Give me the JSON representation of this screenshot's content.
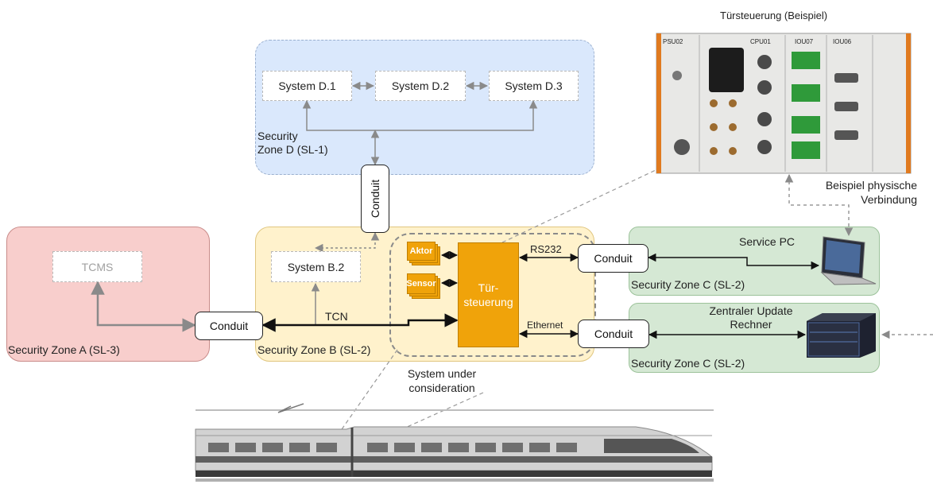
{
  "zones": {
    "d": "Security\nZone D (SL-1)",
    "a": "Security Zone A (SL-3)",
    "b": "Security Zone B (SL-2)",
    "c1": "Security Zone C (SL-2)",
    "c2": "Security Zone C (SL-2)"
  },
  "systems": {
    "d1": "System D.1",
    "d2": "System D.2",
    "d3": "System D.3",
    "b2": "System B.2",
    "tcms": "TCMS"
  },
  "conduits": {
    "vertical": "Conduit",
    "a_b": "Conduit",
    "service": "Conduit",
    "update": "Conduit"
  },
  "door_control": {
    "line1": "Tür-",
    "line2": "steuerung"
  },
  "actuator": "Aktor",
  "sensor": "Sensor",
  "links": {
    "tcn": "TCN",
    "rs232": "RS232",
    "ethernet": "Ethernet"
  },
  "system_under": {
    "line1": "System under",
    "line2": "consideration"
  },
  "service_pc": "Service PC",
  "update_server": {
    "line1": "Zentraler Update",
    "line2": "Rechner"
  },
  "photo_title": "Türsteuerung (Beispiel)",
  "physical": {
    "line1": "Beispiel physische",
    "line2": "Verbindung"
  },
  "module_labels": [
    "PSU02",
    "CPU01",
    "IOU07",
    "IOU06"
  ],
  "colors": {
    "zone_d": "#dae8fc",
    "zone_a": "#f8cecc",
    "zone_b": "#fff2cc",
    "zone_c": "#d5e8d4",
    "door_control": "#f0a30a"
  }
}
